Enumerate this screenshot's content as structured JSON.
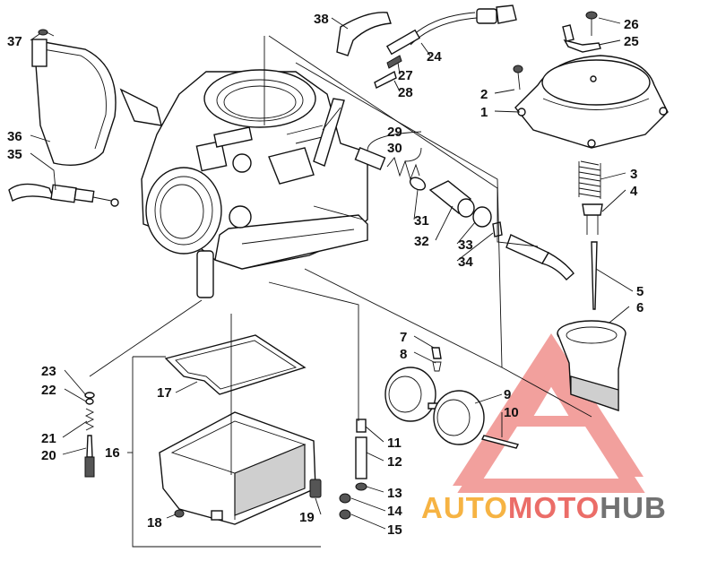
{
  "labels": [
    {
      "id": "1",
      "text": "1"
    },
    {
      "id": "2",
      "text": "2"
    },
    {
      "id": "3",
      "text": "3"
    },
    {
      "id": "4",
      "text": "4"
    },
    {
      "id": "5",
      "text": "5"
    },
    {
      "id": "6",
      "text": "6"
    },
    {
      "id": "7",
      "text": "7"
    },
    {
      "id": "8",
      "text": "8"
    },
    {
      "id": "9",
      "text": "9"
    },
    {
      "id": "10",
      "text": "10"
    },
    {
      "id": "11",
      "text": "11"
    },
    {
      "id": "12",
      "text": "12"
    },
    {
      "id": "13",
      "text": "13"
    },
    {
      "id": "14",
      "text": "14"
    },
    {
      "id": "15",
      "text": "15"
    },
    {
      "id": "16",
      "text": "16"
    },
    {
      "id": "17",
      "text": "17"
    },
    {
      "id": "18",
      "text": "18"
    },
    {
      "id": "19",
      "text": "19"
    },
    {
      "id": "20",
      "text": "20"
    },
    {
      "id": "21",
      "text": "21"
    },
    {
      "id": "22",
      "text": "22"
    },
    {
      "id": "23",
      "text": "23"
    },
    {
      "id": "24",
      "text": "24"
    },
    {
      "id": "25",
      "text": "25"
    },
    {
      "id": "26",
      "text": "26"
    },
    {
      "id": "27",
      "text": "27"
    },
    {
      "id": "28",
      "text": "28"
    },
    {
      "id": "29",
      "text": "29"
    },
    {
      "id": "30",
      "text": "30"
    },
    {
      "id": "31",
      "text": "31"
    },
    {
      "id": "32",
      "text": "32"
    },
    {
      "id": "33",
      "text": "33"
    },
    {
      "id": "34",
      "text": "34"
    },
    {
      "id": "35",
      "text": "35"
    },
    {
      "id": "36",
      "text": "36"
    },
    {
      "id": "37",
      "text": "37"
    },
    {
      "id": "38",
      "text": "38"
    }
  ],
  "watermark": {
    "part1": "AUTO",
    "part2": "MOTO",
    "part3": "HUB",
    "color_orange": "#f5a623",
    "color_red": "#e8544e",
    "color_gray": "#5a5a5a"
  }
}
